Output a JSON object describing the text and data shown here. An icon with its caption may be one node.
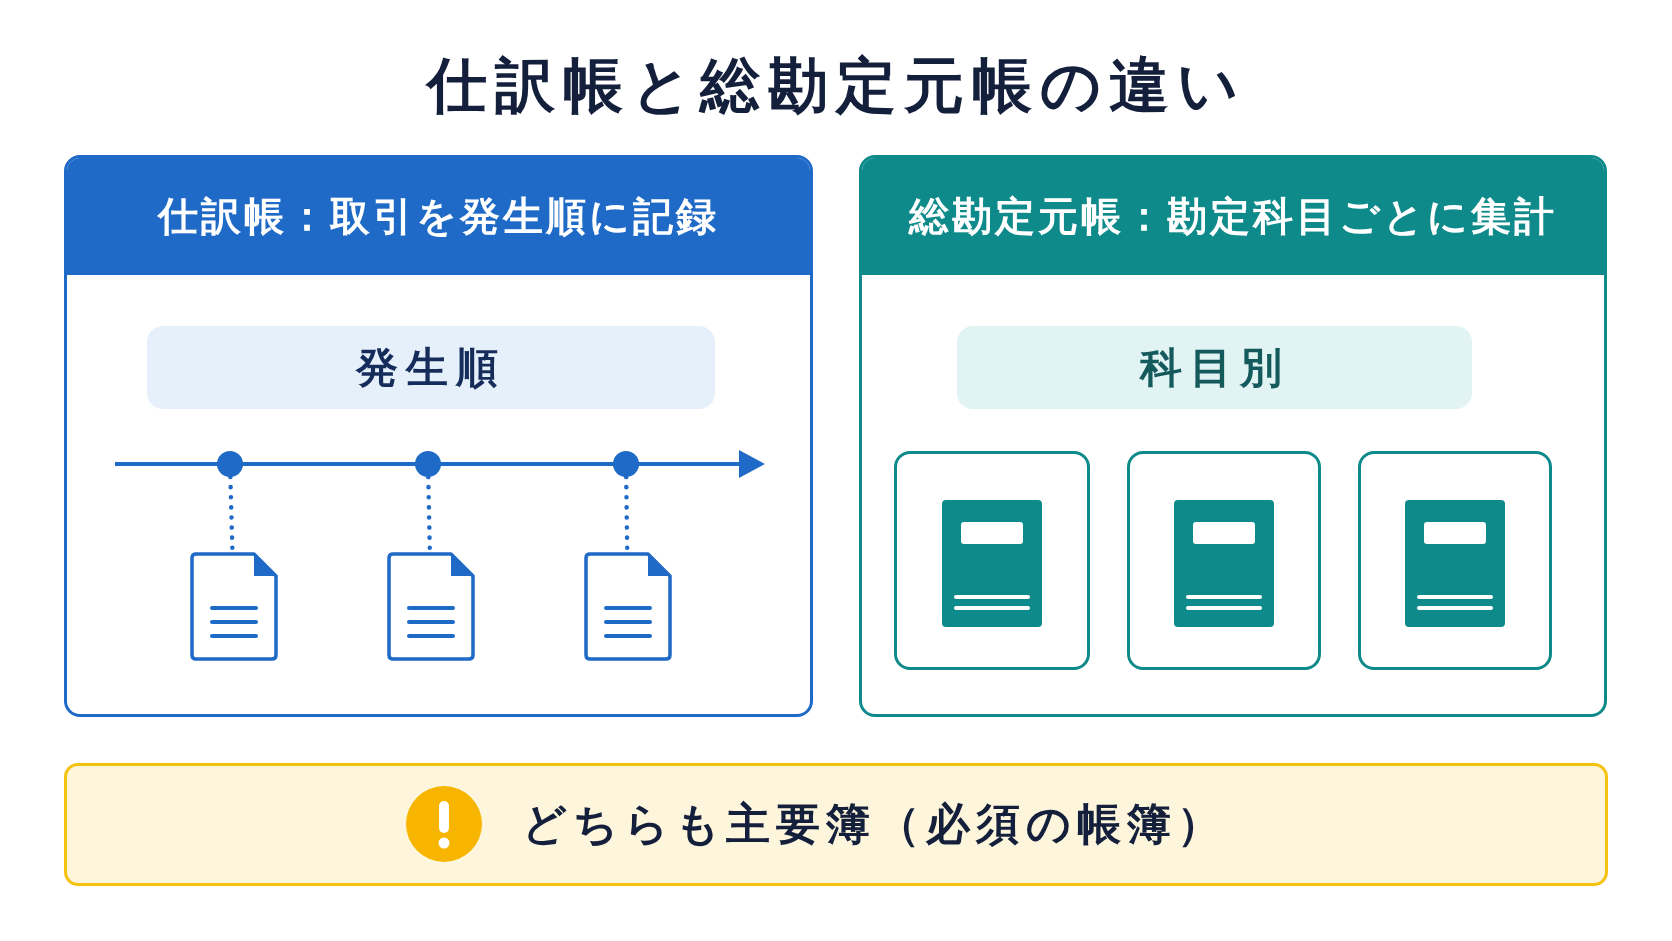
{
  "diagram": {
    "title": "仕訳帳と総勘定元帳の違い",
    "nodes": [
      {
        "text": [
          "仕訳帳：取引を発生順に記録"
        ]
      },
      {
        "text": [
          "発生順"
        ],
        "in": 0
      },
      {
        "text": [],
        "shape": "circle",
        "in": 0
      },
      {
        "text": [],
        "shape": "circle",
        "in": 0
      },
      {
        "text": [],
        "shape": "circle",
        "in": 0
      },
      {
        "text": [],
        "shape": "document",
        "in": 0
      },
      {
        "text": [],
        "shape": "document",
        "in": 0
      },
      {
        "text": [],
        "shape": "document",
        "in": 0
      },
      {
        "text": [
          "総勘定元帳：勘定科目ごとに集計"
        ]
      },
      {
        "text": [
          "科目別"
        ],
        "in": 8
      },
      {
        "text": [],
        "shape": "box",
        "in": 8
      },
      {
        "text": [],
        "shape": "box",
        "in": 8
      },
      {
        "text": [],
        "shape": "box",
        "in": 8
      },
      {
        "text": [
          "どちらも主要簿（必須の帳簿）"
        ]
      }
    ],
    "edges": [
      {
        "from": 2,
        "to": 5,
        "arrow": "none",
        "style": "dashed"
      },
      {
        "from": 3,
        "to": 6,
        "arrow": "none",
        "style": "dashed"
      },
      {
        "from": 4,
        "to": 7,
        "arrow": "none",
        "style": "dashed"
      }
    ]
  }
}
